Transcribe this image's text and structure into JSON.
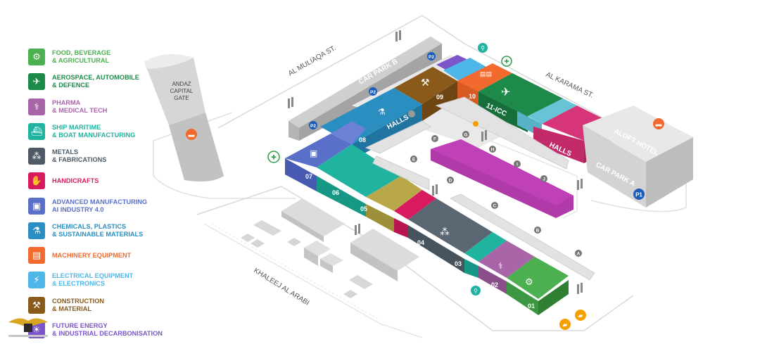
{
  "legend": [
    {
      "label": "FOOD, BEVERAGE\n& AGRICULTURAL",
      "color": "#4caf50",
      "icon": "tractor-icon",
      "glyph": "⚙"
    },
    {
      "label": "AEROSPACE, AUTOMOBILE\n& DEFENCE",
      "color": "#1e8a4a",
      "icon": "airplane-icon",
      "glyph": "✈"
    },
    {
      "label": "PHARMA\n& MEDICAL TECH",
      "color": "#a866a8",
      "icon": "pills-icon",
      "glyph": "⚕"
    },
    {
      "label": "SHIP MARITIME\n& BOAT MANUFACTURING",
      "color": "#1fb3a0",
      "icon": "ship-icon",
      "glyph": "⛴"
    },
    {
      "label": "METALS\n& FABRICATIONS",
      "color": "#4e5b66",
      "icon": "metal-pipes-icon",
      "glyph": "⁂"
    },
    {
      "label": "HANDICRAFTS",
      "color": "#d81b5e",
      "icon": "hand-icon",
      "glyph": "✋"
    },
    {
      "label": "ADVANCED MANUFACTURING\nAI INDUSTRY 4.0",
      "color": "#5a6fc8",
      "icon": "ai-chip-icon",
      "glyph": "▣"
    },
    {
      "label": "CHEMICALS, PLASTICS\n& SUSTAINABLE MATERIALS",
      "color": "#2a8fc0",
      "icon": "flask-icon",
      "glyph": "⚗"
    },
    {
      "label": "MACHINERY EQUIPMENT",
      "color": "#f26a2e",
      "icon": "machinery-icon",
      "glyph": "▤"
    },
    {
      "label": "ELECTRICAL EQUIPMENT\n& ELECTRONICS",
      "color": "#4fb6e8",
      "icon": "lightning-icon",
      "glyph": "⚡"
    },
    {
      "label": "CONSTRUCTION\n& MATERIAL",
      "color": "#8a5a1a",
      "icon": "hammer-icon",
      "glyph": "⚒"
    },
    {
      "label": "FUTURE ENERGY\n& INDUSTRIAL DECARBONISATION",
      "color": "#7b55c9",
      "icon": "future-energy-icon",
      "glyph": "☀"
    }
  ],
  "streets": {
    "muliaqa": "AL MULIAQA ST.",
    "karama": "AL KARAMA ST.",
    "khaleej": "KHALEEJ AL ARABI"
  },
  "buildings": {
    "andaz": "ANDAZ\nCAPITAL\nGATE",
    "aloft": "ALOFT HOTEL",
    "car_park_a": "CAR PARK A",
    "car_park_b": "CAR PARK B",
    "halls_west": "HALLS",
    "halls_east": "HALLS",
    "icc": "11-ICC"
  },
  "halls": [
    "01",
    "02",
    "03",
    "04",
    "05",
    "06",
    "07",
    "08",
    "09",
    "10"
  ],
  "parking_badges": [
    "P1",
    "P2",
    "P2",
    "P2"
  ],
  "gates": [
    "A",
    "B",
    "C",
    "D",
    "E",
    "F",
    "G",
    "H",
    "I",
    "J"
  ]
}
